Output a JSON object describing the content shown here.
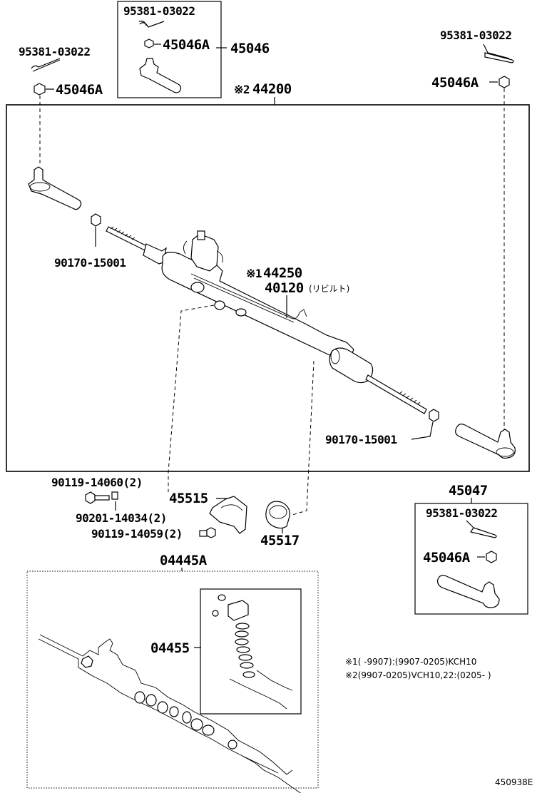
{
  "callouts": {
    "c1_95381": "95381-03022",
    "c1_45046a": "45046A",
    "c1_45046": "45046",
    "c2_95381": "95381-03022",
    "c2_45046a": "45046A",
    "c3_95381": "95381-03022",
    "c3_45046a": "45046A",
    "assembly_44200": "44200",
    "assembly_44200_mark": "※2",
    "part_90170_left": "90170-15001",
    "part_44250": "44250",
    "part_44250_mark": "※1",
    "part_40120": "40120",
    "part_40120_note": "(リビルト)",
    "part_90170_right": "90170-15001",
    "part_90119_14060": "90119-14060(2)",
    "part_45515": "45515",
    "part_90201": "90201-14034(2)",
    "part_90119_14059": "90119-14059(2)",
    "part_45517": "45517",
    "part_45047": "45047",
    "c4_95381": "95381-03022",
    "c4_45046a": "45046A",
    "kit_04445a": "04445A",
    "kit_04455": "04455"
  },
  "notes": {
    "note1": "※1(     -9907):(9907-0205)KCH10",
    "note2": "※2(9907-0205)VCH10,22:(0205-      )"
  },
  "footer": {
    "code": "450938E"
  }
}
